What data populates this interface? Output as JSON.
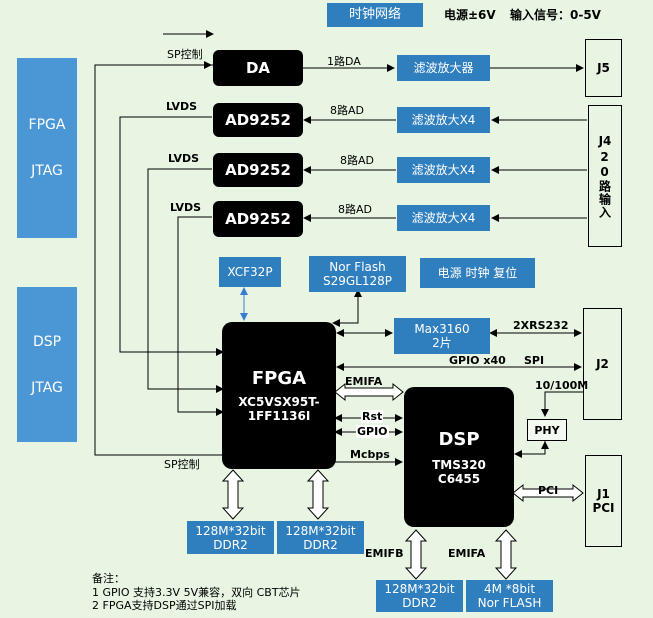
{
  "header": {
    "clock_network": "时钟网络",
    "power": "电源±6V",
    "input_signal": "输入信号：0-5V"
  },
  "side_panels": {
    "fpga": "FPGA",
    "jtag1": "JTAG",
    "dsp": "DSP",
    "jtag2": "JTAG"
  },
  "blocks": {
    "da": "DA",
    "ad1": "AD9252",
    "ad2": "AD9252",
    "ad3": "AD9252",
    "fpga_title": "FPGA",
    "fpga_part1": "XC5VSX95T-",
    "fpga_part2": "1FF1136I",
    "dsp_title": "DSP",
    "dsp_part1": "TMS320",
    "dsp_part2": "C6455"
  },
  "blue_boxes": {
    "filter_amp": "滤波放大器",
    "filter_x4_1": "滤波放大X4",
    "filter_x4_2": "滤波放大X4",
    "filter_x4_3": "滤波放大X4",
    "xcf32p": "XCF32P",
    "nor_flash_1": "Nor Flash",
    "nor_flash_2": "S29GL128P",
    "power_clock_reset": "电源 时钟 复位",
    "max3160_1": "Max3160",
    "max3160_2": "2片",
    "ddr_a1": "128M*32bit",
    "ddr_a2": "DDR2",
    "ddr_b1": "128M*32bit",
    "ddr_b2": "DDR2",
    "ddr_c1": "128M*32bit",
    "ddr_c2": "DDR2",
    "nor_4m_1": "4M *8bit",
    "nor_4m_2": "Nor FLASH"
  },
  "connectors": {
    "j5": "J5",
    "j4_label": "J4",
    "j4_text": "20路输入",
    "j2": "J2",
    "phy": "PHY",
    "j1": "J1",
    "j1_pci": "PCI"
  },
  "labels": {
    "sp_ctrl_top": "SP控制",
    "one_da": "1路DA",
    "lvds1": "LVDS",
    "lvds2": "LVDS",
    "lvds3": "LVDS",
    "ad8_1": "8路AD",
    "ad8_2": "8路AD",
    "ad8_3": "8路AD",
    "xrs232": "2XRS232",
    "gpio_x40": "GPIO x40",
    "spi": "SPI",
    "emifa_mid": "EMIFA",
    "rst": "Rst",
    "gpio": "GPIO",
    "mcbps": "Mcbps",
    "eth": "10/100M",
    "sp_ctrl_bottom": "SP控制",
    "pci": "PCI",
    "emifb": "EMIFB",
    "emifa_bottom": "EMIFA"
  },
  "notes": {
    "title": "备注：",
    "line1": "1 GPIO 支持3.3V 5V兼容，双向 CBT芯片",
    "line2": "2 FPGA支持DSP通过SPI加载"
  },
  "colors": {
    "background": "#e8f5e3",
    "blue_box": "#2f7fbf",
    "side_panel": "#4b97d6",
    "chip": "#000000"
  }
}
